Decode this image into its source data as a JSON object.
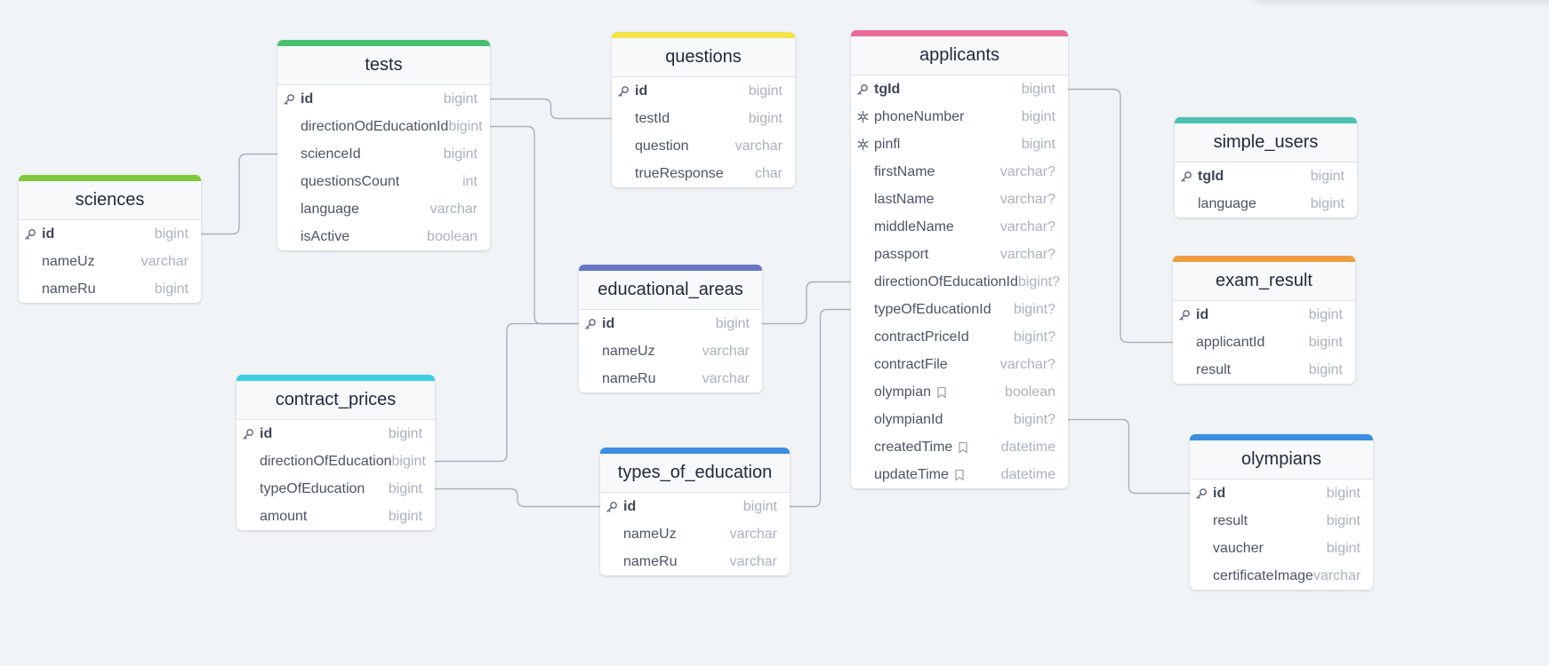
{
  "colors": {
    "tests": "#4ac06e",
    "sciences": "#7fc93a",
    "questions": "#f2e44a",
    "applicants": "#e96b98",
    "simple_users": "#4ec1b2",
    "exam_result": "#ef9b3f",
    "educational_areas": "#6676c8",
    "contract_prices": "#3fcfe2",
    "types_of_education": "#3d8ee0",
    "olympians": "#3d8ee0",
    "edge": "#a7b1bf"
  },
  "tables": {
    "sciences": {
      "name": "sciences",
      "columns": [
        {
          "name": "id",
          "type": "bigint",
          "icon": "key-icon"
        },
        {
          "name": "nameUz",
          "type": "varchar"
        },
        {
          "name": "nameRu",
          "type": "bigint"
        }
      ]
    },
    "tests": {
      "name": "tests",
      "columns": [
        {
          "name": "id",
          "type": "bigint",
          "icon": "key-icon"
        },
        {
          "name": "directionOdEducationId",
          "type": "bigint"
        },
        {
          "name": "scienceId",
          "type": "bigint"
        },
        {
          "name": "questionsCount",
          "type": "int"
        },
        {
          "name": "language",
          "type": "varchar"
        },
        {
          "name": "isActive",
          "type": "boolean"
        }
      ]
    },
    "questions": {
      "name": "questions",
      "columns": [
        {
          "name": "id",
          "type": "bigint",
          "icon": "key-icon"
        },
        {
          "name": "testId",
          "type": "bigint"
        },
        {
          "name": "question",
          "type": "varchar"
        },
        {
          "name": "trueResponse",
          "type": "char"
        }
      ]
    },
    "applicants": {
      "name": "applicants",
      "columns": [
        {
          "name": "tgId",
          "type": "bigint",
          "icon": "key-icon"
        },
        {
          "name": "phoneNumber",
          "type": "bigint",
          "icon": "unique-icon"
        },
        {
          "name": "pinfl",
          "type": "bigint",
          "icon": "unique-icon"
        },
        {
          "name": "firstName",
          "type": "varchar?"
        },
        {
          "name": "lastName",
          "type": "varchar?"
        },
        {
          "name": "middleName",
          "type": "varchar?"
        },
        {
          "name": "passport",
          "type": "varchar?"
        },
        {
          "name": "directionOfEducationId",
          "type": "bigint?"
        },
        {
          "name": "typeOfEducationId",
          "type": "bigint?"
        },
        {
          "name": "contractPriceId",
          "type": "bigint?"
        },
        {
          "name": "contractFile",
          "type": "varchar?"
        },
        {
          "name": "olympian",
          "type": "boolean",
          "note": true
        },
        {
          "name": "olympianId",
          "type": "bigint?"
        },
        {
          "name": "createdTime",
          "type": "datetime",
          "note": true
        },
        {
          "name": "updateTime",
          "type": "datetime",
          "note": true
        }
      ]
    },
    "simple_users": {
      "name": "simple_users",
      "columns": [
        {
          "name": "tgId",
          "type": "bigint",
          "icon": "key-icon"
        },
        {
          "name": "language",
          "type": "bigint"
        }
      ]
    },
    "exam_result": {
      "name": "exam_result",
      "columns": [
        {
          "name": "id",
          "type": "bigint",
          "icon": "key-icon"
        },
        {
          "name": "applicantId",
          "type": "bigint"
        },
        {
          "name": "result",
          "type": "bigint"
        }
      ]
    },
    "educational_areas": {
      "name": "educational_areas",
      "columns": [
        {
          "name": "id",
          "type": "bigint",
          "icon": "key-icon"
        },
        {
          "name": "nameUz",
          "type": "varchar"
        },
        {
          "name": "nameRu",
          "type": "varchar"
        }
      ]
    },
    "contract_prices": {
      "name": "contract_prices",
      "columns": [
        {
          "name": "id",
          "type": "bigint",
          "icon": "key-icon"
        },
        {
          "name": "directionOfEducation",
          "type": "bigint"
        },
        {
          "name": "typeOfEducation",
          "type": "bigint"
        },
        {
          "name": "amount",
          "type": "bigint"
        }
      ]
    },
    "types_of_education": {
      "name": "types_of_education",
      "columns": [
        {
          "name": "id",
          "type": "bigint",
          "icon": "key-icon"
        },
        {
          "name": "nameUz",
          "type": "varchar"
        },
        {
          "name": "nameRu",
          "type": "varchar"
        }
      ]
    },
    "olympians": {
      "name": "olympians",
      "columns": [
        {
          "name": "id",
          "type": "bigint",
          "icon": "key-icon"
        },
        {
          "name": "result",
          "type": "bigint"
        },
        {
          "name": "vaucher",
          "type": "bigint"
        },
        {
          "name": "certificateImage",
          "type": "varchar"
        }
      ]
    }
  },
  "relations": [
    {
      "from": "sciences.id",
      "to": "tests.scienceId"
    },
    {
      "from": "tests.id",
      "to": "questions.testId"
    },
    {
      "from": "educational_areas.id",
      "to": "tests.directionOdEducationId"
    },
    {
      "from": "educational_areas.id",
      "to": "contract_prices.directionOfEducation"
    },
    {
      "from": "educational_areas.id",
      "to": "applicants.directionOfEducationId"
    },
    {
      "from": "types_of_education.id",
      "to": "contract_prices.typeOfEducation"
    },
    {
      "from": "types_of_education.id",
      "to": "applicants.typeOfEducationId"
    },
    {
      "from": "applicants.tgId",
      "to": "exam_result.applicantId"
    },
    {
      "from": "olympians.id",
      "to": "applicants.olympianId"
    }
  ]
}
